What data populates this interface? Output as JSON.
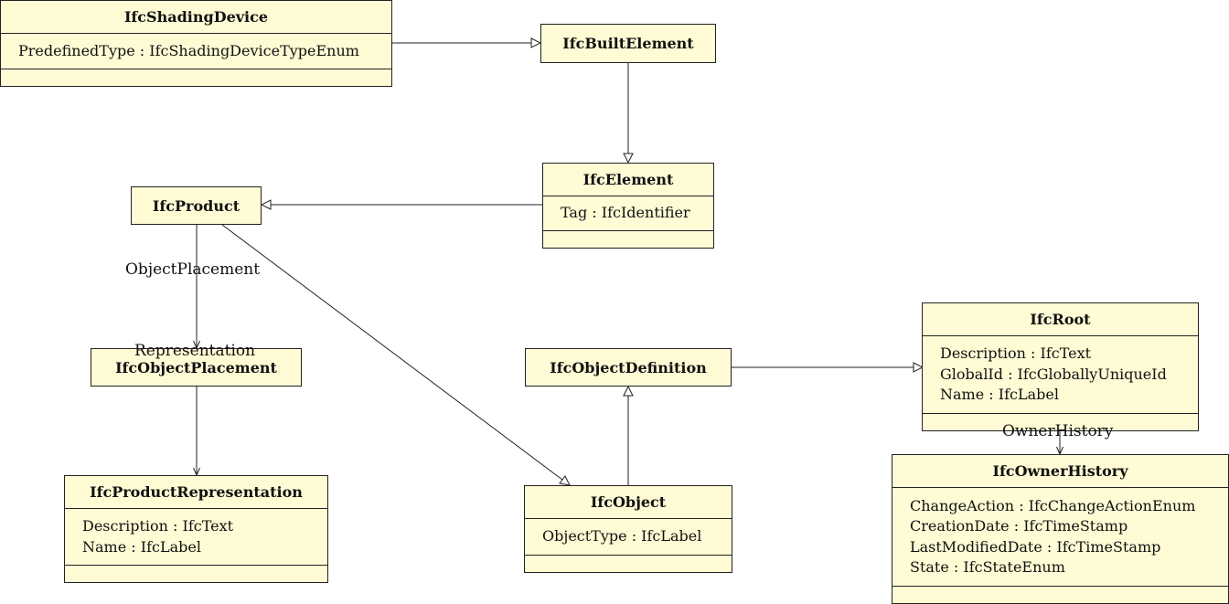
{
  "classes": {
    "ifc_shading_device": {
      "name": "IfcShadingDevice",
      "attributes": [
        "PredefinedType : IfcShadingDeviceTypeEnum"
      ]
    },
    "ifc_built_element": {
      "name": "IfcBuiltElement"
    },
    "ifc_element": {
      "name": "IfcElement",
      "attributes": [
        "Tag : IfcIdentifier"
      ]
    },
    "ifc_product": {
      "name": "IfcProduct"
    },
    "ifc_object_placement": {
      "name": "IfcObjectPlacement"
    },
    "ifc_product_representation": {
      "name": "IfcProductRepresentation",
      "attributes": [
        "Description : IfcText",
        "Name : IfcLabel"
      ]
    },
    "ifc_object_definition": {
      "name": "IfcObjectDefinition"
    },
    "ifc_object": {
      "name": "IfcObject",
      "attributes": [
        "ObjectType : IfcLabel"
      ]
    },
    "ifc_root": {
      "name": "IfcRoot",
      "attributes": [
        "Description : IfcText",
        "GlobalId : IfcGloballyUniqueId",
        "Name : IfcLabel"
      ]
    },
    "ifc_owner_history": {
      "name": "IfcOwnerHistory",
      "attributes": [
        "ChangeAction : IfcChangeActionEnum",
        "CreationDate : IfcTimeStamp",
        "LastModifiedDate : IfcTimeStamp",
        "State : IfcStateEnum"
      ]
    }
  },
  "associations": {
    "object_placement_role": "ObjectPlacement",
    "representation_role": "Representation",
    "owner_history_role": "OwnerHistory"
  }
}
